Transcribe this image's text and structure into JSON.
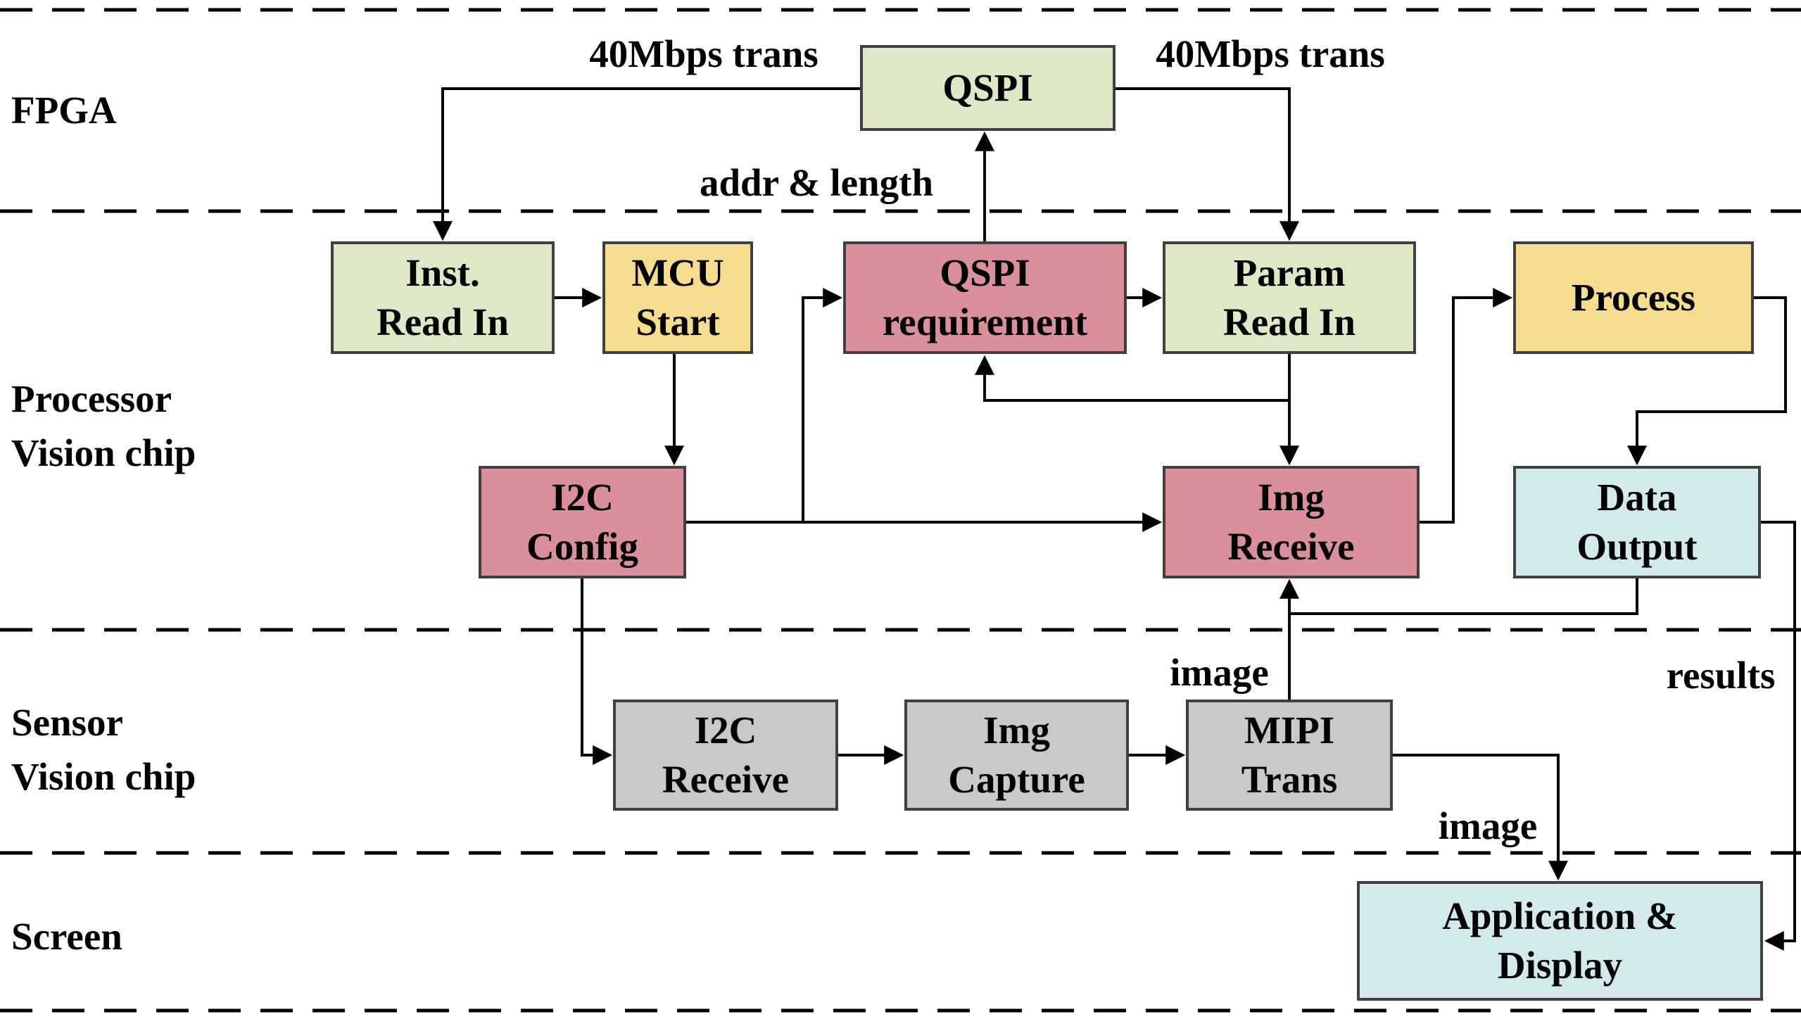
{
  "lanes": {
    "fpga": "FPGA",
    "processor_line1": "Processor",
    "processor_line2": "Vision chip",
    "sensor_line1": "Sensor",
    "sensor_line2": "Vision chip",
    "screen": "Screen"
  },
  "boxes": {
    "qspi": {
      "line1": "QSPI"
    },
    "inst_read_in": {
      "line1": "Inst.",
      "line2": "Read In"
    },
    "mcu_start": {
      "line1": "MCU",
      "line2": "Start"
    },
    "qspi_requirement": {
      "line1": "QSPI",
      "line2": "requirement"
    },
    "param_read_in": {
      "line1": "Param",
      "line2": "Read In"
    },
    "process": {
      "line1": "Process"
    },
    "i2c_config": {
      "line1": "I2C",
      "line2": "Config"
    },
    "img_receive": {
      "line1": "Img",
      "line2": "Receive"
    },
    "data_output": {
      "line1": "Data",
      "line2": "Output"
    },
    "i2c_receive": {
      "line1": "I2C",
      "line2": "Receive"
    },
    "img_capture": {
      "line1": "Img",
      "line2": "Capture"
    },
    "mipi_trans": {
      "line1": "MIPI",
      "line2": "Trans"
    },
    "app_display": {
      "line1": "Application &",
      "line2": "Display"
    }
  },
  "edge_labels": {
    "trans_left": "40Mbps trans",
    "trans_right": "40Mbps trans",
    "addr_length": "addr & length",
    "image_upper": "image",
    "image_lower": "image",
    "results": "results"
  },
  "colors": {
    "green": "#dde9c6",
    "yellow": "#f6dc8e",
    "red": "#d9909a",
    "gray": "#c9c9c9",
    "blue": "#d3eaec",
    "border": "#404040",
    "line": "#000000"
  }
}
